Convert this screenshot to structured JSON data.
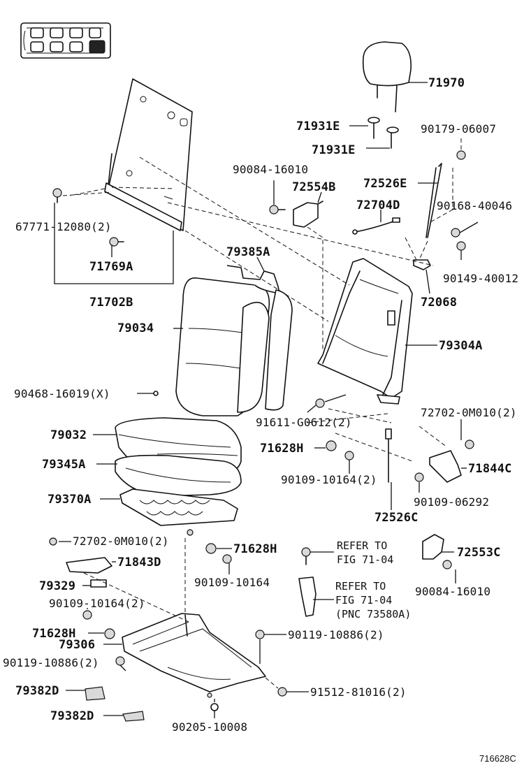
{
  "diagram": {
    "figure_id": "716628C",
    "parts": [
      {
        "key": "p71970",
        "label": "71970"
      },
      {
        "key": "p71931e_1",
        "label": "71931E"
      },
      {
        "key": "p71931e_2",
        "label": "71931E"
      },
      {
        "key": "p90179",
        "label": "90179-06007"
      },
      {
        "key": "p90084_top",
        "label": "90084-16010"
      },
      {
        "key": "p72554b",
        "label": "72554B"
      },
      {
        "key": "p72526e",
        "label": "72526E"
      },
      {
        "key": "p72704d",
        "label": "72704D"
      },
      {
        "key": "p90168",
        "label": "90168-40046"
      },
      {
        "key": "p90149",
        "label": "90149-40012"
      },
      {
        "key": "p72068",
        "label": "72068"
      },
      {
        "key": "p67771",
        "label": "67771-12080(2)"
      },
      {
        "key": "p71769a",
        "label": "71769A"
      },
      {
        "key": "p71702b",
        "label": "71702B"
      },
      {
        "key": "p79385a",
        "label": "79385A"
      },
      {
        "key": "p79034",
        "label": "79034"
      },
      {
        "key": "p79304a",
        "label": "79304A"
      },
      {
        "key": "p90468",
        "label": "90468-16019(X)"
      },
      {
        "key": "p91611",
        "label": "91611-G0612(2)"
      },
      {
        "key": "p72702_r",
        "label": "72702-0M010(2)"
      },
      {
        "key": "p79032",
        "label": "79032"
      },
      {
        "key": "p71628h_1",
        "label": "71628H"
      },
      {
        "key": "p79345a",
        "label": "79345A"
      },
      {
        "key": "p90109_2",
        "label": "90109-10164(2)"
      },
      {
        "key": "p71844c",
        "label": "71844C"
      },
      {
        "key": "p79370a",
        "label": "79370A"
      },
      {
        "key": "p90109_06292",
        "label": "90109-06292"
      },
      {
        "key": "p72526c",
        "label": "72526C"
      },
      {
        "key": "p72702_l",
        "label": "72702-0M010(2)"
      },
      {
        "key": "p71628h_2",
        "label": "71628H"
      },
      {
        "key": "p71843d",
        "label": "71843D"
      },
      {
        "key": "p90109_single",
        "label": "90109-10164"
      },
      {
        "key": "p79329",
        "label": "79329"
      },
      {
        "key": "p90109_l2",
        "label": "90109-10164(2)"
      },
      {
        "key": "p72553c",
        "label": "72553C"
      },
      {
        "key": "p90084_bot",
        "label": "90084-16010"
      },
      {
        "key": "p71628h_3",
        "label": "71628H"
      },
      {
        "key": "p79306",
        "label": "79306"
      },
      {
        "key": "p90119_r",
        "label": "90119-10886(2)"
      },
      {
        "key": "p90119_l",
        "label": "90119-10886(2)"
      },
      {
        "key": "p79382d_1",
        "label": "79382D"
      },
      {
        "key": "p79382d_2",
        "label": "79382D"
      },
      {
        "key": "p91512",
        "label": "91512-81016(2)"
      },
      {
        "key": "p90205",
        "label": "90205-10008"
      }
    ],
    "refs": [
      {
        "line1": "REFER TO",
        "line2": "FIG 71-04",
        "line3": ""
      },
      {
        "line1": "REFER TO",
        "line2": "FIG 71-04",
        "line3": "(PNC 73580A)"
      }
    ]
  }
}
